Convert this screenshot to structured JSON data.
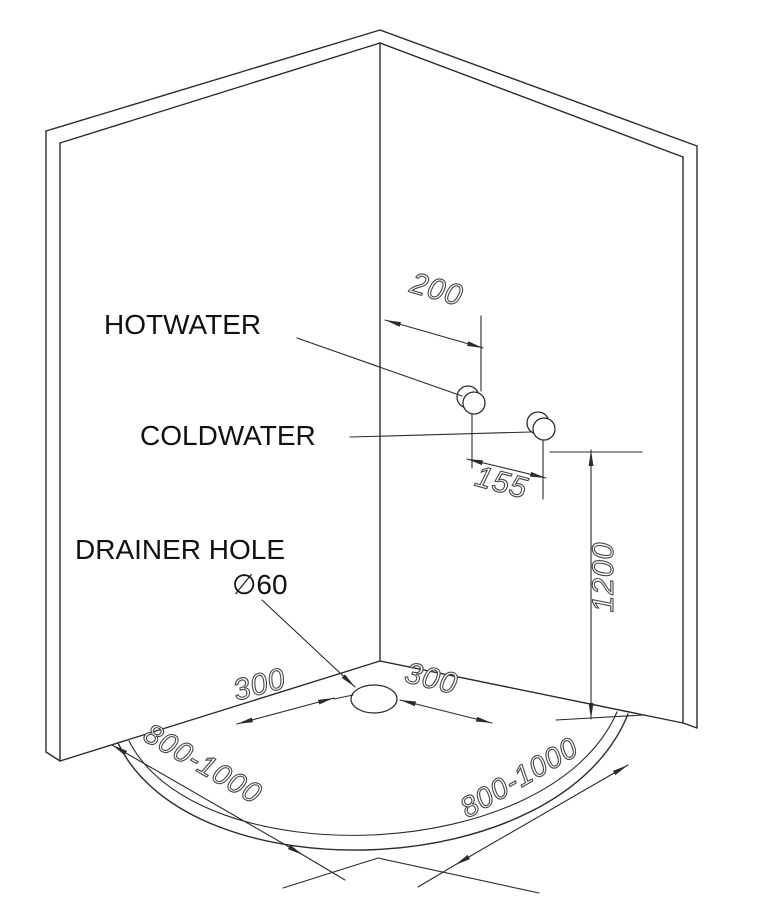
{
  "diagram": {
    "type": "shower-enclosure-installation-drawing",
    "labels": {
      "hotwater": "HOTWATER",
      "coldwater": "COLDWATER",
      "drainer_hole": "DRAINER HOLE",
      "drainer_diameter": "∅60"
    },
    "dimensions": {
      "corner_to_hot": "200",
      "hot_to_cold": "155",
      "outlet_height": "1200",
      "drain_offset_left": "300",
      "drain_offset_right": "300",
      "tray_side_left": "800-1000",
      "tray_side_right": "800-1000"
    },
    "colors": {
      "line": "#2b2b2b",
      "background": "#ffffff"
    }
  }
}
